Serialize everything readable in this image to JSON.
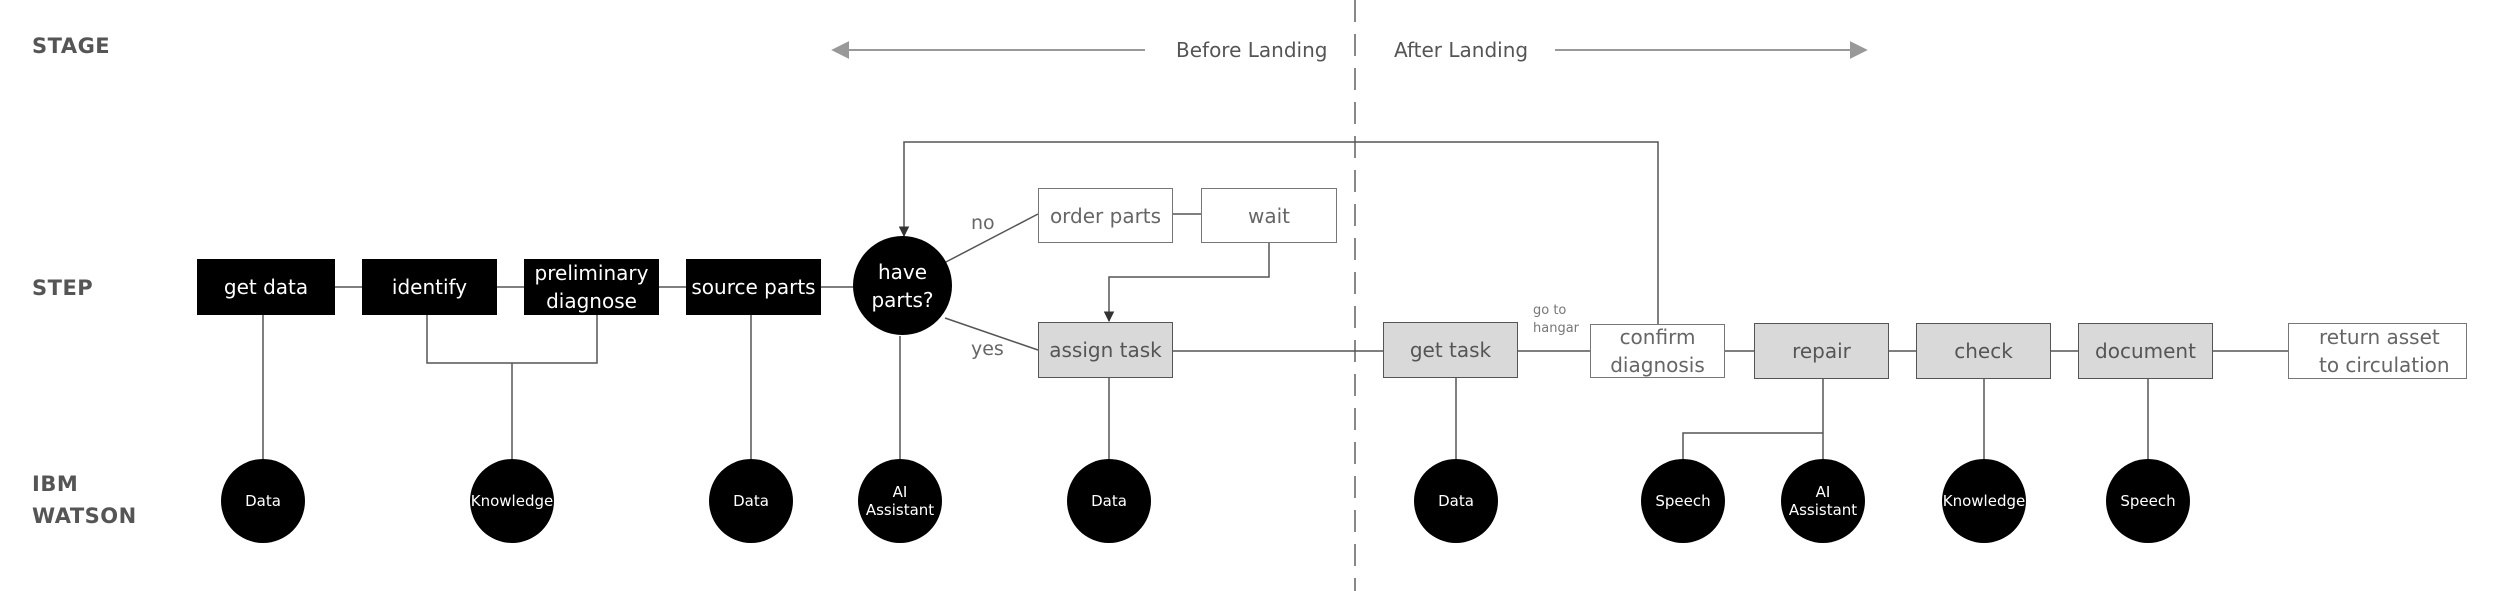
{
  "row_labels": {
    "stage": "STAGE",
    "step": "STEP",
    "watson": "IBM WATSON"
  },
  "stages": {
    "before": "Before Landing",
    "after": "After Landing"
  },
  "steps": {
    "get_data": "get data",
    "identify": "identify",
    "preliminary_diagnose": "preliminary diagnose",
    "source_parts": "source parts",
    "have_parts": "have parts?",
    "order_parts": "order parts",
    "wait": "wait",
    "assign_task": "assign task",
    "get_task": "get task",
    "confirm_diagnosis": "confirm diagnosis",
    "repair": "repair",
    "check": "check",
    "document": "document",
    "return_asset": "return asset to circulation"
  },
  "edges": {
    "no": "no",
    "yes": "yes",
    "go_to_hangar": "go to hangar"
  },
  "watson": {
    "data_1": "Data",
    "knowledge_1": "Knowledge",
    "data_2": "Data",
    "ai_assistant_1": "AI Assistant",
    "data_3": "Data",
    "data_4": "Data",
    "speech_1": "Speech",
    "ai_assistant_2": "AI Assistant",
    "knowledge_2": "Knowledge",
    "speech_2": "Speech"
  },
  "colors": {
    "node_dark": "#000000",
    "node_gray": "#d9d9d9",
    "line": "#555555",
    "text_muted": "#555555"
  }
}
